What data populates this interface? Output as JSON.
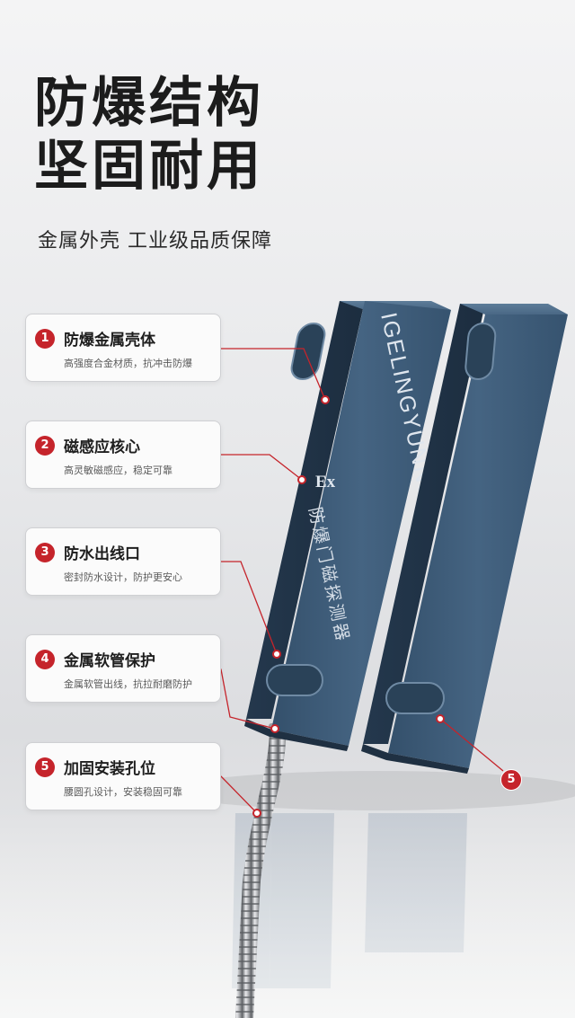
{
  "headline": {
    "line1": "防爆结构",
    "line2": "坚固耐用"
  },
  "subline": "金属外壳 工业级品质保障",
  "features": [
    {
      "num": "1",
      "title": "防爆金属壳体",
      "desc": "高强度合金材质，抗冲击防爆"
    },
    {
      "num": "2",
      "title": "磁感应核心",
      "desc": "高灵敏磁感应，稳定可靠"
    },
    {
      "num": "3",
      "title": "防水出线口",
      "desc": "密封防水设计，防护更安心"
    },
    {
      "num": "4",
      "title": "金属软管保护",
      "desc": "金属软管出线，抗拉耐磨防护"
    },
    {
      "num": "5",
      "title": "加固安装孔位",
      "desc": "腰圆孔设计，安装稳固可靠"
    }
  ],
  "product": {
    "brand": "IGELINGYUNN",
    "registered": "®",
    "ex_mark": "Ex",
    "model_text": "防爆门磁探测器",
    "callout_5": "5",
    "body_color": "#3b5874",
    "accent_color": "#c5242b",
    "logo_icons": [
      "brand-logo",
      "ex-logo"
    ]
  }
}
